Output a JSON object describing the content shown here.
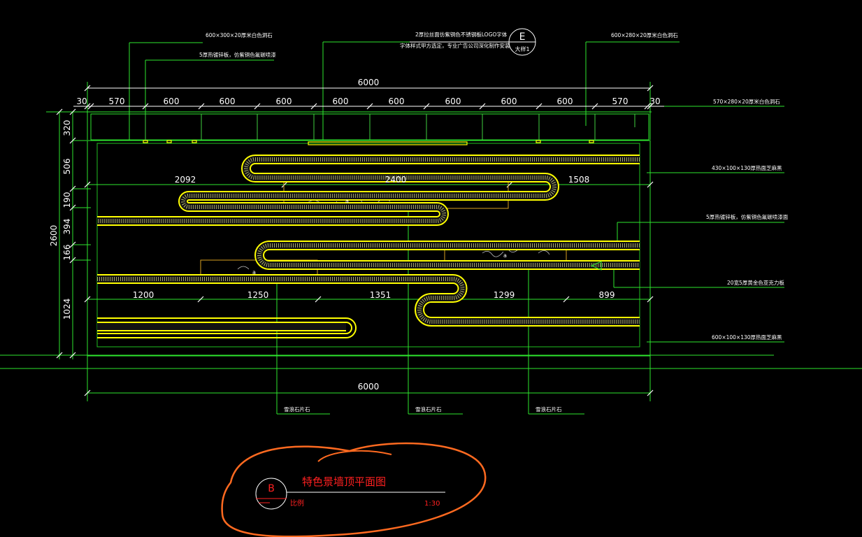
{
  "drawing": {
    "top_labels": {
      "left_stone": "600×300×20厚米白色洞石",
      "left_plate": "5厚热镀锌板，仿紫铜色氟碳喷漆",
      "logo_line1": "2厚拉丝面仿紫铜色不锈钢板LOGO字体",
      "logo_line2": "字体样式甲方选定，专业广告公司深化制作安装",
      "right_stone": "600×280×20厚米白色洞石"
    },
    "ref_bubble": {
      "letter": "E",
      "sheet": "大样1"
    },
    "right_labels": {
      "r1": "570×280×20厚米白色洞石",
      "r2": "430×100×130厚热面芝麻黑",
      "r3": "5厚热镀锌板，仿紫铜色氟碳喷漆面",
      "r4": "20宽5厚黄金色亚克力板",
      "r5": "600×100×130厚热面芝麻黑"
    },
    "bottom_labels": {
      "b1": "雪浪石片石",
      "b2": "雪浪石片石",
      "b3": "雪浪石片石"
    },
    "dimensions": {
      "top_total": "6000",
      "top_segments": [
        "30",
        "570",
        "600",
        "600",
        "600",
        "600",
        "600",
        "600",
        "600",
        "600",
        "570",
        "30"
      ],
      "left_total": "2600",
      "left_segments": [
        "320",
        "506",
        "190",
        "394",
        "166",
        "1024"
      ],
      "row1": [
        "2092",
        "2400",
        "1508"
      ],
      "row2": [
        "1200",
        "1250",
        "1351",
        "1299",
        "899"
      ],
      "bottom_total": "6000"
    },
    "stone_marks": {
      "m1": "a",
      "m2": "a",
      "m3": "a"
    },
    "title_block": {
      "letter": "B",
      "title": "特色景墙顶平面图",
      "scale_label": "比例",
      "scale_value": "1:30"
    }
  }
}
